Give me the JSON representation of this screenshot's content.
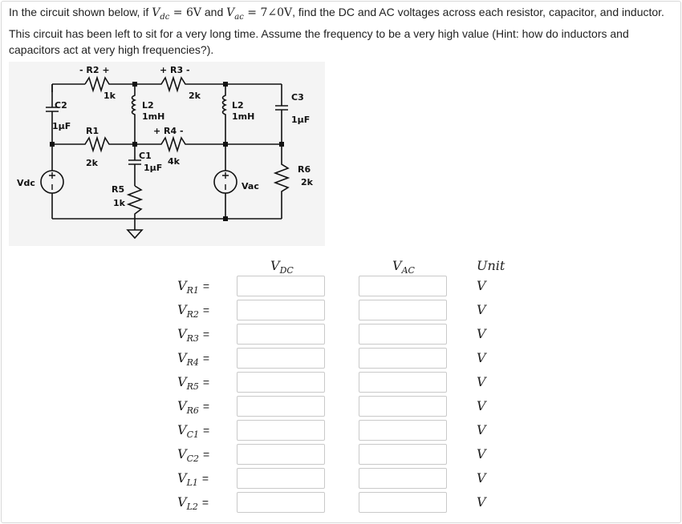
{
  "question": {
    "p1": "In the circuit shown below, if ",
    "vdc_sym": "V",
    "vdc_sub": "dc",
    "vdc_val": " = 6V",
    "p2": " and ",
    "vac_sym": "V",
    "vac_sub": "ac",
    "vac_val": " = 7∠0V",
    "p3": ", find the DC and AC voltages across each resistor, capacitor, and inductor. This circuit has been left to sit for a very long time. Assume the frequency to be a very high value (Hint: how do inductors and capacitors act at very high frequencies?)."
  },
  "circuit": {
    "labels": {
      "r2": "- R2 +",
      "r2_val": "1k",
      "r3": "+ R3  -",
      "r3_val": "2k",
      "c2": "C2",
      "c2_val": "1μF",
      "l2a": "L2",
      "l2a_val": "1mH",
      "l2b": "L2",
      "l2b_val": "1mH",
      "c3": "C3",
      "c3_val": "1μF",
      "r1": "R1",
      "r1_val": "2k",
      "r4": "+  R4  -",
      "r4_val": "4k",
      "c1": "C1",
      "c1_val": "1μF",
      "r6": "R6",
      "r6_val": "2k",
      "vdc": "Vdc",
      "vac": "Vac",
      "r5": "R5",
      "r5_val": "1k",
      "plus": "+",
      "minus": "-"
    }
  },
  "table": {
    "headers": {
      "dc_sym": "V",
      "dc_sub": "DC",
      "ac_sym": "V",
      "ac_sub": "AC",
      "unit": "Unit"
    },
    "rows": [
      {
        "sym": "V",
        "sub": "R1",
        "eq": "=",
        "unit": "V",
        "dc": "",
        "ac": ""
      },
      {
        "sym": "V",
        "sub": "R2",
        "eq": "=",
        "unit": "V",
        "dc": "",
        "ac": ""
      },
      {
        "sym": "V",
        "sub": "R3",
        "eq": "=",
        "unit": "V",
        "dc": "",
        "ac": ""
      },
      {
        "sym": "V",
        "sub": "R4",
        "eq": "=",
        "unit": "V",
        "dc": "",
        "ac": ""
      },
      {
        "sym": "V",
        "sub": "R5",
        "eq": "=",
        "unit": "V",
        "dc": "",
        "ac": ""
      },
      {
        "sym": "V",
        "sub": "R6",
        "eq": "=",
        "unit": "V",
        "dc": "",
        "ac": ""
      },
      {
        "sym": "V",
        "sub": "C1",
        "eq": "=",
        "unit": "V",
        "dc": "",
        "ac": ""
      },
      {
        "sym": "V",
        "sub": "C2",
        "eq": "=",
        "unit": "V",
        "dc": "",
        "ac": ""
      },
      {
        "sym": "V",
        "sub": "L1",
        "eq": "=",
        "unit": "V",
        "dc": "",
        "ac": ""
      },
      {
        "sym": "V",
        "sub": "L2",
        "eq": "=",
        "unit": "V",
        "dc": "",
        "ac": ""
      }
    ]
  }
}
